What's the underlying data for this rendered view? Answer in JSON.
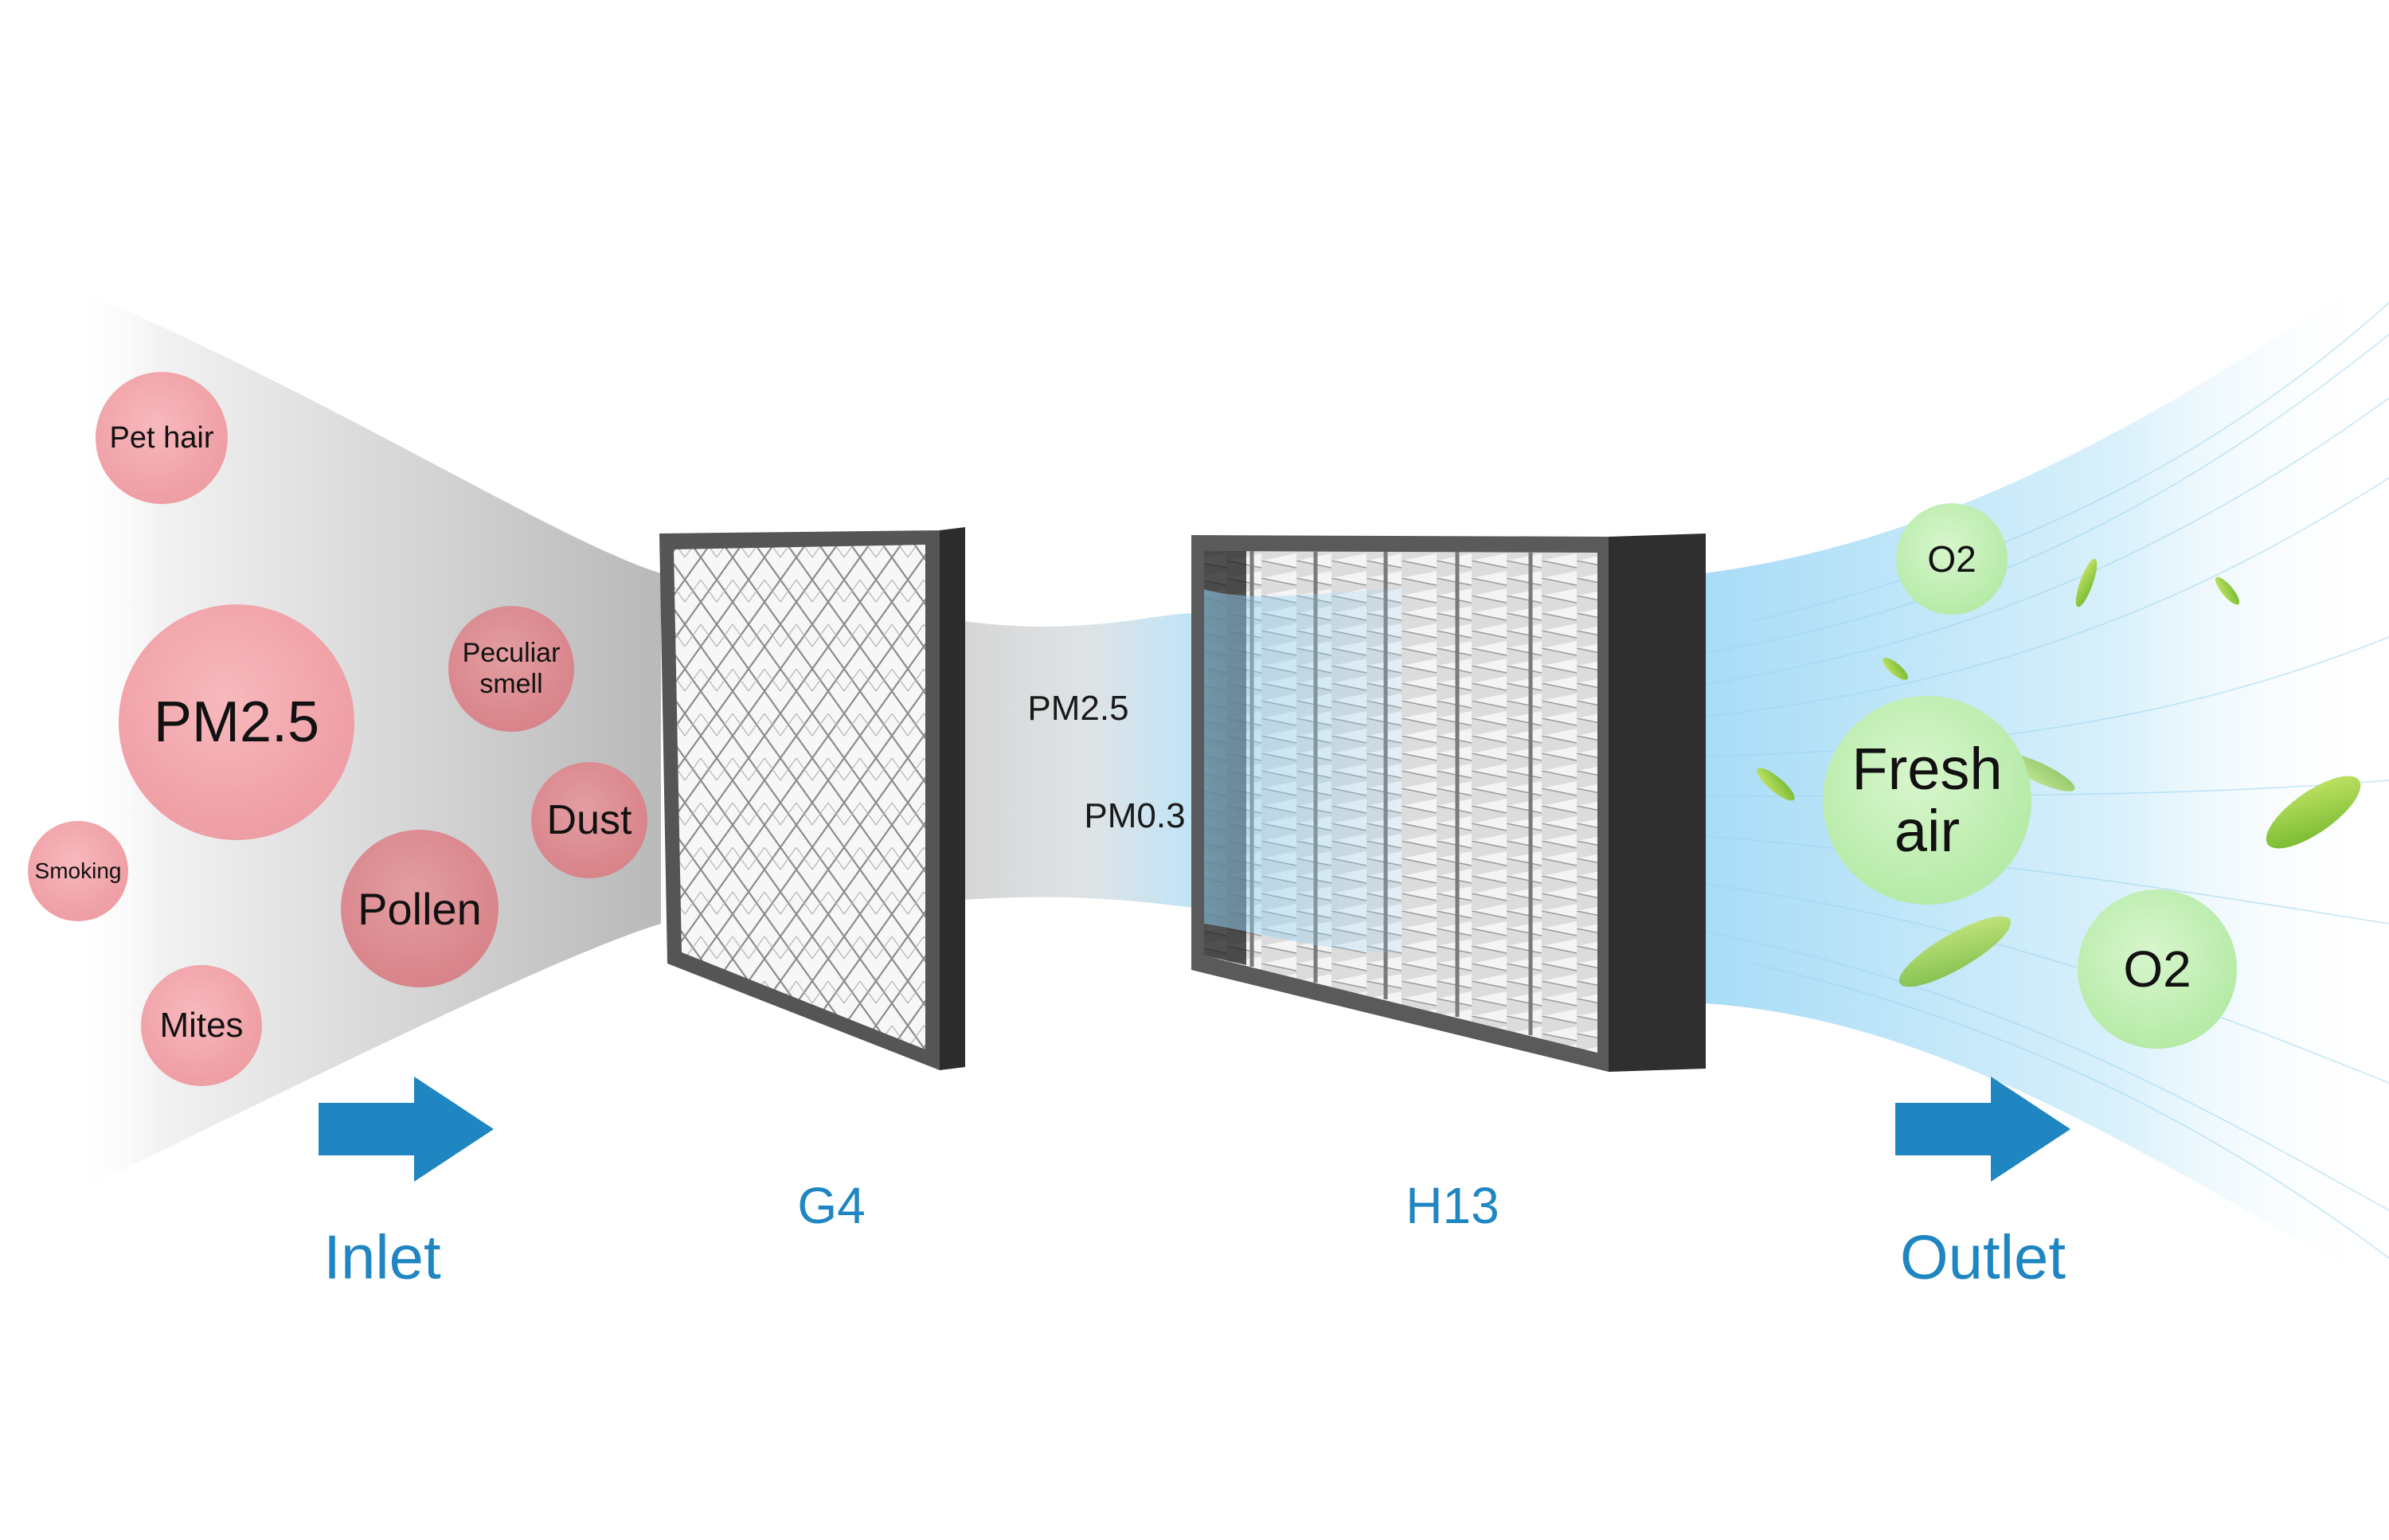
{
  "pollutants": {
    "pet_hair": "Pet hair",
    "pm25": "PM2.5",
    "peculiar_smell_line1": "Peculiar",
    "peculiar_smell_line2": "smell",
    "dust": "Dust",
    "smoking": "Smoking",
    "pollen": "Pollen",
    "mites": "Mites"
  },
  "mid_labels": {
    "pm25": "PM2.5",
    "pm03": "PM0.3"
  },
  "filters": {
    "first": "G4",
    "second": "H13"
  },
  "flow": {
    "inlet": "Inlet",
    "outlet": "Outlet"
  },
  "clean_air": {
    "o2_small": "O2",
    "fresh_air_line1": "Fresh",
    "fresh_air_line2": "air",
    "o2_large": "O2"
  },
  "colors": {
    "accent_blue": "#1f86c2",
    "pollutant_pink": "#f0a2a8",
    "clean_green": "#b9ecab",
    "frame_gray": "#4a4a4a"
  }
}
